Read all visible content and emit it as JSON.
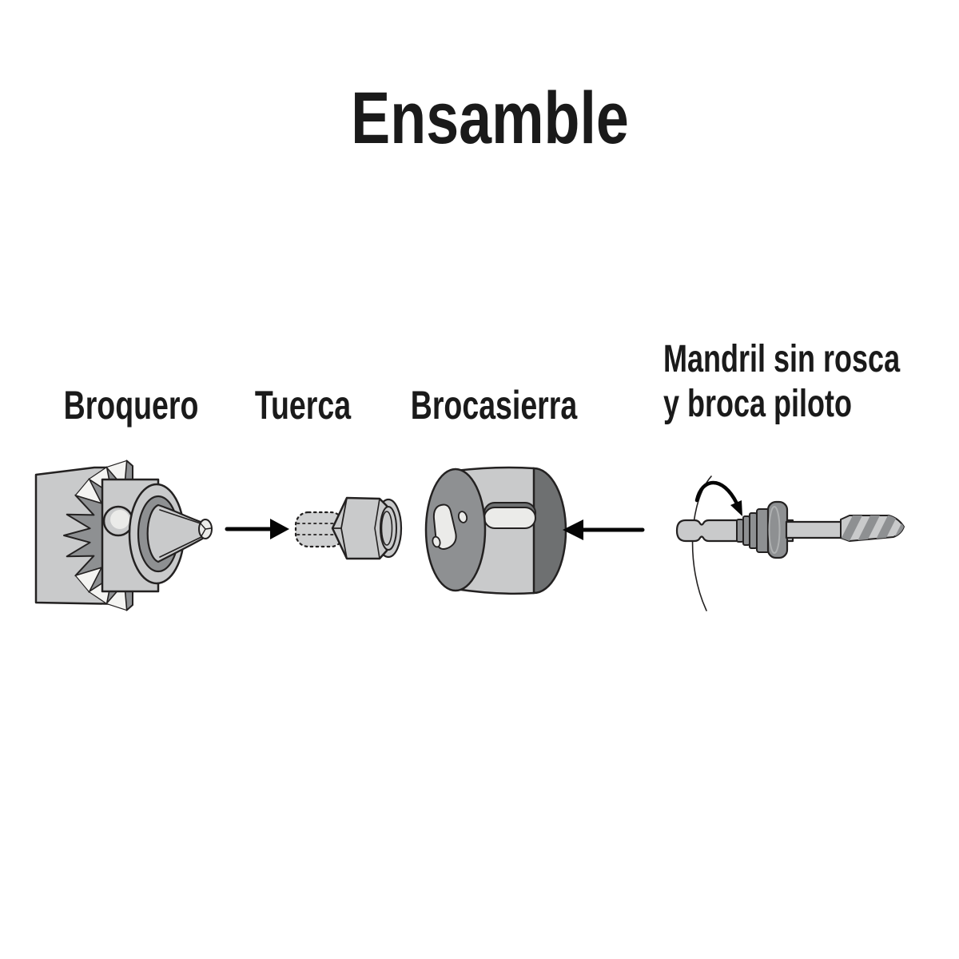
{
  "title": "Ensamble",
  "labels": {
    "broquero": "Broquero",
    "tuerca": "Tuerca",
    "brocasierra": "Brocasierra",
    "mandril_line1": "Mandril sin rosca",
    "mandril_line2": "y broca piloto"
  },
  "diagram": {
    "type": "assembly-exploded-view",
    "parts": [
      "Broquero",
      "Tuerca",
      "Brocasierra",
      "Mandril sin rosca y broca piloto"
    ],
    "arrows": [
      {
        "name": "assembly-arrow-right",
        "direction": "right",
        "from": "Broquero",
        "to": "Tuerca"
      },
      {
        "name": "assembly-arrow-left",
        "direction": "left",
        "from": "Mandril sin rosca y broca piloto",
        "to": "Brocasierra"
      },
      {
        "name": "rotation-arrow",
        "direction": "clockwise",
        "on": "Mandril sin rosca y broca piloto"
      }
    ]
  },
  "icons": {
    "assembly_arrow_right": "→",
    "assembly_arrow_left": "←",
    "rotation_arrow": "↻"
  },
  "colors": {
    "background": "#ffffff",
    "ink": "#1a1a1a",
    "outline": "#232121",
    "part_light": "#c9cacb",
    "part_mid": "#8e9092",
    "part_dark": "#6e7071",
    "part_highlight": "#ebebe9",
    "arrow": "#050505"
  }
}
